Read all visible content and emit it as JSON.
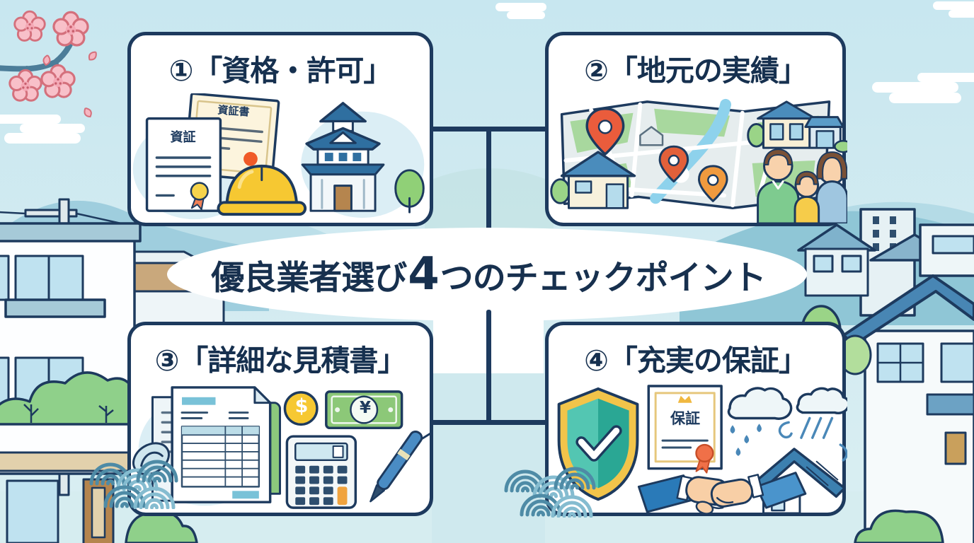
{
  "infographic": {
    "title_prefix": "優良業者選び",
    "title_number": "4",
    "title_suffix": "つのチェックポイント"
  },
  "panels": [
    {
      "number": "①",
      "title": "「資格・許可」",
      "labels": {
        "certificate_back": "資証書",
        "certificate_front": "資証"
      },
      "icons": [
        "certificate-icon",
        "award-ribbon-icon",
        "hard-hat-icon",
        "castle-icon",
        "tree-icon"
      ]
    },
    {
      "number": "②",
      "title": "「地元の実績」",
      "icons": [
        "map-icon",
        "location-pin-icon",
        "house-icon",
        "family-icon",
        "tree-icon"
      ]
    },
    {
      "number": "③",
      "title": "「詳細な見積書」",
      "labels": {
        "coin": "$",
        "banknote": "¥"
      },
      "icons": [
        "estimate-sheet-icon",
        "paperclip-icon",
        "coin-icon",
        "banknote-icon",
        "calculator-icon",
        "pen-icon"
      ]
    },
    {
      "number": "④",
      "title": "「充実の保証」",
      "labels": {
        "warranty": "保証"
      },
      "icons": [
        "shield-check-icon",
        "warranty-certificate-icon",
        "rain-cloud-icon",
        "raindrop-icon",
        "house-roof-icon",
        "handshake-icon"
      ]
    }
  ],
  "background_icons": [
    "cherry-blossom-icon",
    "cloud-icon",
    "mountain-shape",
    "utility-pole-icon",
    "townscape-houses",
    "bush-icon",
    "seigaiha-wave-icon"
  ],
  "colors": {
    "panel_border": "#1d3a5e",
    "title_text": "#16304f",
    "panel_bg": "#ffffff",
    "sky_top": "#c8e7f0",
    "sky_bottom": "#daeff3",
    "pin_red": "#ea5c3c",
    "pin_orange": "#f09a3e",
    "helmet_yellow": "#f6c832",
    "money_green": "#8cc878",
    "shield_teal": "#2aa794",
    "shield_gold": "#f2c44a",
    "blossom_pink": "#f8c0c9"
  }
}
